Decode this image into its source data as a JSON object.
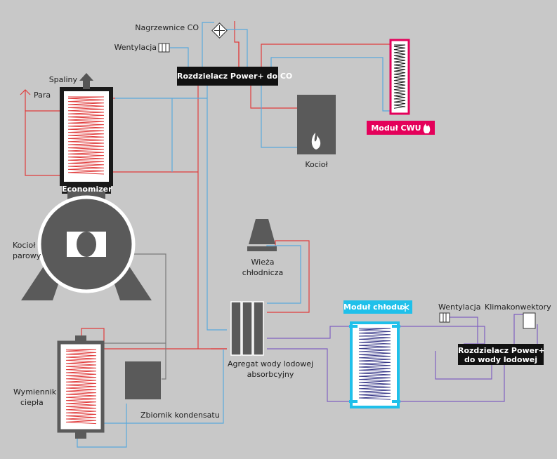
{
  "labels": {
    "heaters": "Nagrzewnice CO",
    "ventilation_top": "Wentylacja",
    "distributor_co": "Rozdzielacz Power+ do CO",
    "module_cwu": "Moduł CWU",
    "exhaust": "Spaliny",
    "steam": "Para",
    "economizer": "Economizer",
    "boiler": "Kocioł",
    "steam_boiler_line1": "Kocioł",
    "steam_boiler_line2": "parowy",
    "cooling_tower_line1": "Wieża",
    "cooling_tower_line2": "chłodnicza",
    "module_cooling": "Moduł chłodu",
    "ventilation_right": "Wentylacja",
    "fan_coils": "Klimakonwektory",
    "chiller_line1": "Agregat wody lodowej",
    "chiller_line2": "absorbcyjny",
    "distributor_chilled_line1": "Rozdzielacz Power+",
    "distributor_chilled_line2": "do wody lodowej",
    "heat_exchanger_line1": "Wymiennik",
    "heat_exchanger_line2": "ciepła",
    "condensate_tank": "Zbiornik kondensatu"
  },
  "colors": {
    "background": "#c8c8c8",
    "hot_pipe": "#e03c3c",
    "cold_pipe": "#5aa9dc",
    "chilled_pipe": "#8060c0",
    "equipment": "#5a5a5a",
    "cwu_accent": "#e4005a",
    "cooling_accent": "#1fc0ea"
  },
  "icons": {
    "flame": "flame-icon",
    "exhaust_arrow": "arrow-up-icon",
    "steam_arrow": "arrow-up-icon",
    "heater": "heater-icon",
    "vent": "vent-grille-icon",
    "hot_water": "flame-icon",
    "snowflake": "snowflake-icon",
    "fan_coil": "fan-coil-icon"
  }
}
